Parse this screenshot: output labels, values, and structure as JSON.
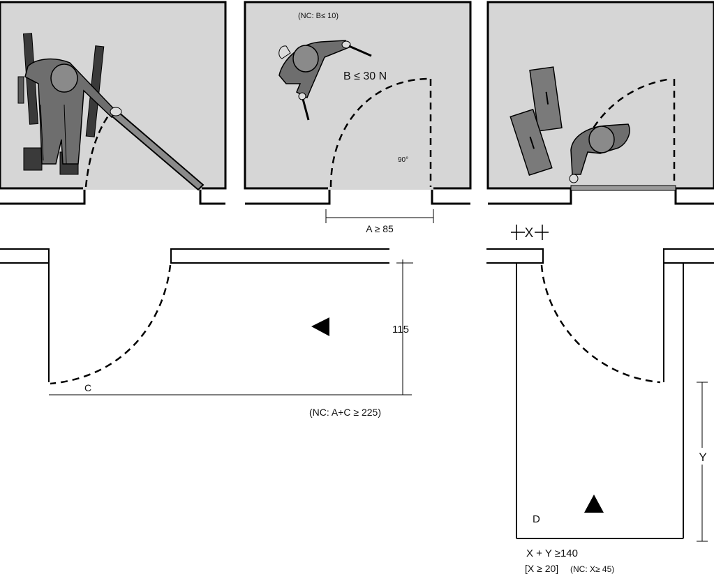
{
  "panels": {
    "top_left": {},
    "top_middle": {
      "note": "(NC: B≤ 10)",
      "force": "B ≤ 30 N",
      "angle": "90°",
      "width": "A ≥ 85"
    },
    "top_right": {
      "marker": "+X+"
    }
  },
  "plan_left": {
    "depth": "115",
    "clearance": "C",
    "note": "(NC: A+C ≥ 225)"
  },
  "plan_right": {
    "height": "Y",
    "clearance": "D",
    "formula": "X + Y ≥140",
    "min": "[X ≥ 20]",
    "note": "(NC: X≥ 45)"
  }
}
